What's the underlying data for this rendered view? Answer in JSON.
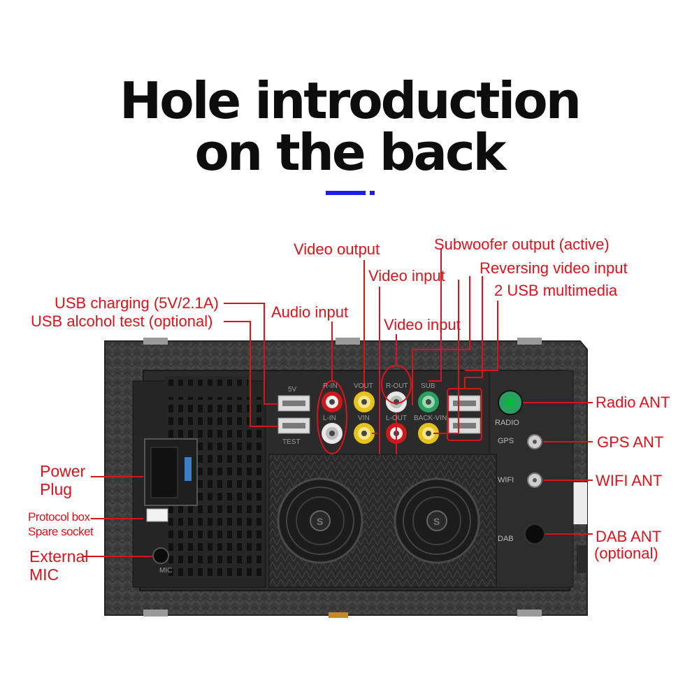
{
  "title": {
    "line1": "Hole introduction",
    "line2": "on the back"
  },
  "accent_color": "#1e1ef0",
  "callout_color": "#d8141c",
  "labels": {
    "video_output": "Video output",
    "video_input_top": "Video input",
    "audio_input": "Audio input",
    "video_input_mid": "Video input",
    "subwoofer": "Subwoofer output (active)",
    "reversing": "Reversing video input",
    "usb_multimedia": "2 USB multimedia",
    "usb_charging": "USB charging (5V/2.1A)",
    "usb_alcohol": "USB alcohol test (optional)",
    "power_plug_1": "Power",
    "power_plug_2": "Plug",
    "protocol_1": "Protocol box",
    "protocol_2": "Spare socket",
    "mic_1": "External",
    "mic_2": "MIC",
    "radio_ant": "Radio ANT",
    "gps_ant": "GPS ANT",
    "wifi_ant": "WIFI ANT",
    "dab_ant_1": "DAB ANT",
    "dab_ant_2": "(optional)"
  },
  "device_print": {
    "usb_5v": "5V",
    "usb_test": "TEST",
    "rin": "R-IN",
    "lin": "L-IN",
    "vout": "VOUT",
    "vin": "VIN",
    "rout": "R-OUT",
    "lout": "L-OUT",
    "sub": "SUB",
    "back_vin": "BACK-VIN",
    "radio": "RADIO",
    "gps": "GPS",
    "wifi": "WIFI",
    "dab": "DAB",
    "mic": "MIC",
    "fan_mark": "S"
  }
}
